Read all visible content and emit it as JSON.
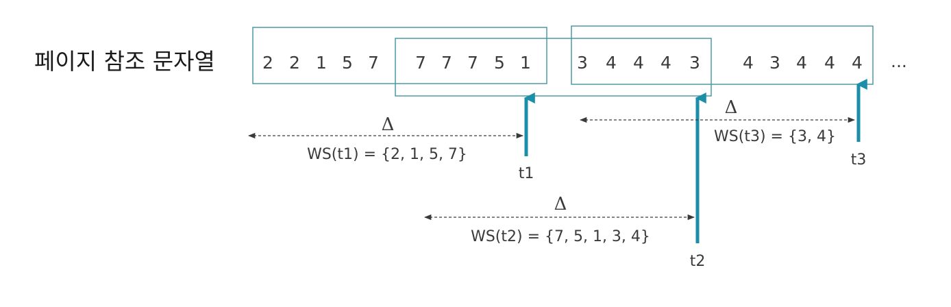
{
  "title": "페이지 참조 문자열",
  "references": [
    "2",
    "2",
    "1",
    "5",
    "7",
    "7",
    "7",
    "7",
    "5",
    "1",
    "3",
    "4",
    "4",
    "4",
    "3",
    "4",
    "3",
    "4",
    "4",
    "4"
  ],
  "ellipsis": "...",
  "window_symbol": "Δ",
  "time_points": [
    {
      "label": "t1",
      "working_set": "WS(t1) = {2, 1, 5, 7}"
    },
    {
      "label": "t2",
      "working_set": "WS(t2) = {7, 5, 1, 3, 4}"
    },
    {
      "label": "t3",
      "working_set": "WS(t3) = {3, 4}"
    }
  ],
  "colors": {
    "box": "#4a9aa0",
    "time_arrow": "#1b8fa8",
    "text": "#3a3a3a"
  }
}
